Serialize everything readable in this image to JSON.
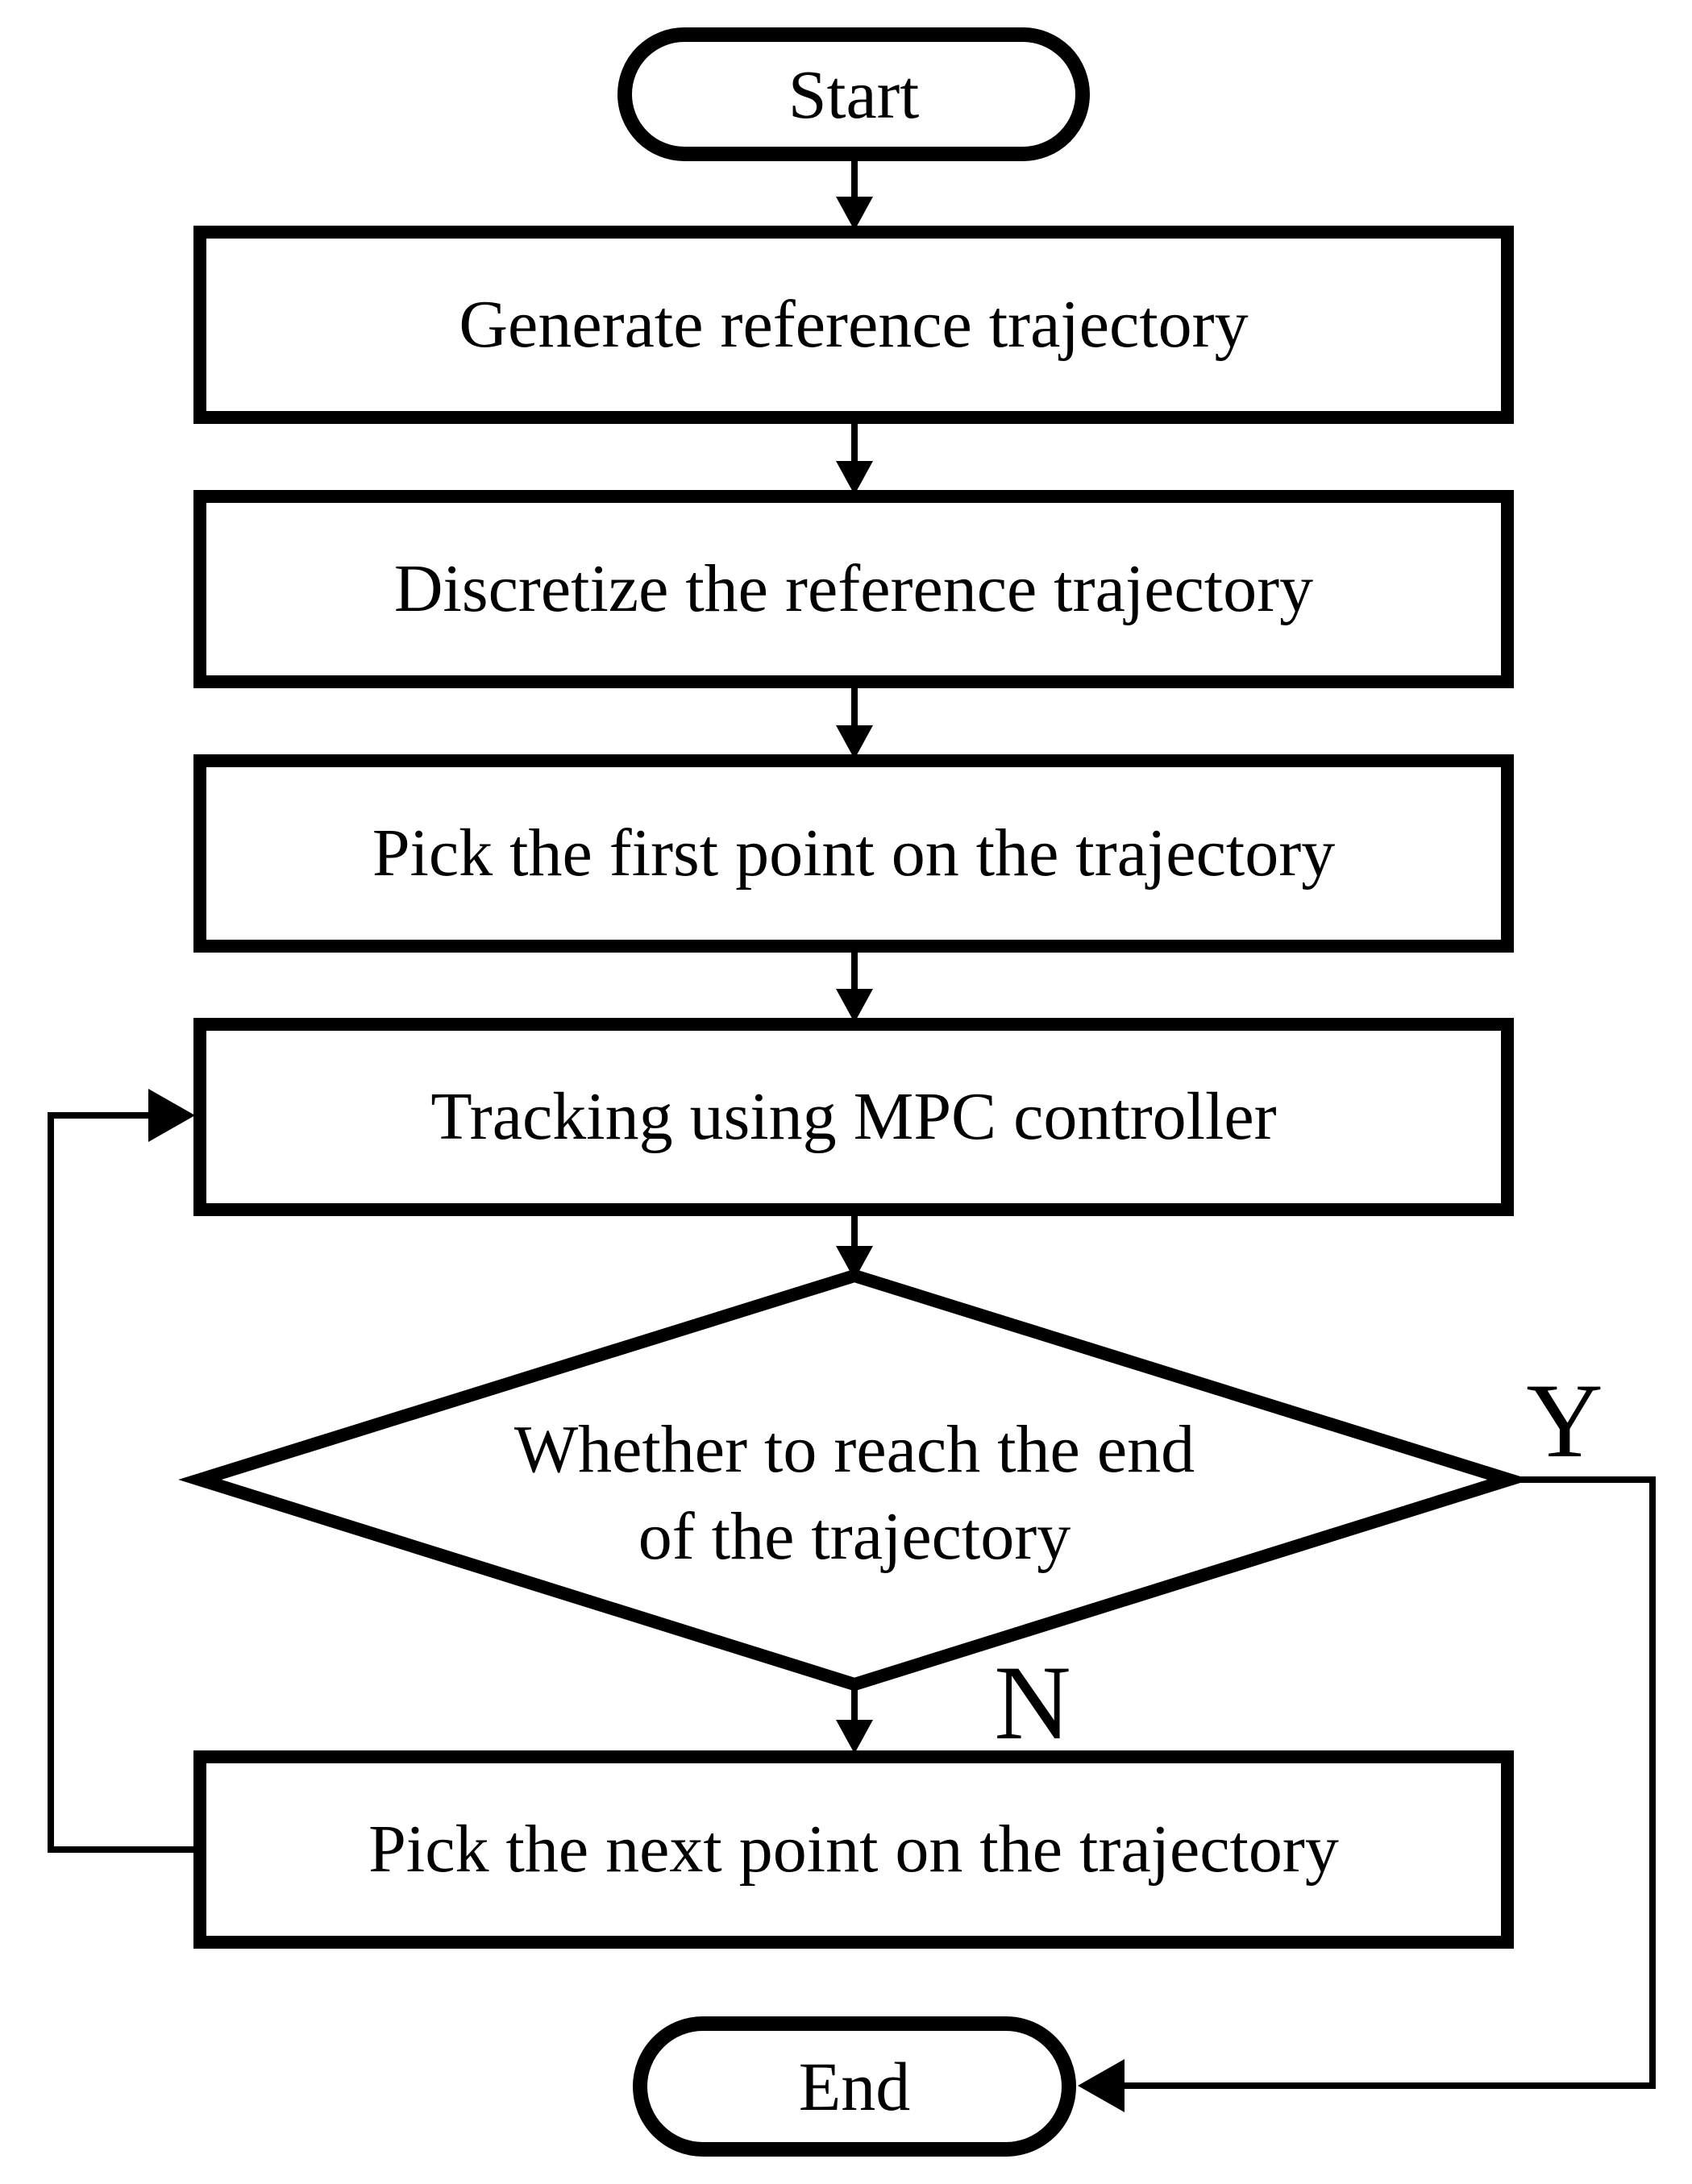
{
  "flowchart": {
    "nodes": {
      "start": {
        "type": "terminator",
        "label": "Start"
      },
      "generate": {
        "type": "process",
        "label": "Generate reference trajectory"
      },
      "discretize": {
        "type": "process",
        "label": "Discretize the reference trajectory"
      },
      "pick_first": {
        "type": "process",
        "label": "Pick the first point on the trajectory"
      },
      "tracking": {
        "type": "process",
        "label": "Tracking using MPC controller"
      },
      "decision": {
        "type": "decision",
        "label_line1": "Whether to reach the end",
        "label_line2": "of the trajectory"
      },
      "pick_next": {
        "type": "process",
        "label": "Pick the next point on the trajectory"
      },
      "end": {
        "type": "terminator",
        "label": "End"
      }
    },
    "branch_labels": {
      "yes": "Y",
      "no": "N"
    },
    "edges": [
      {
        "from": "start",
        "to": "generate"
      },
      {
        "from": "generate",
        "to": "discretize"
      },
      {
        "from": "discretize",
        "to": "pick_first"
      },
      {
        "from": "pick_first",
        "to": "tracking"
      },
      {
        "from": "tracking",
        "to": "decision"
      },
      {
        "from": "decision",
        "to": "pick_next",
        "label": "N"
      },
      {
        "from": "decision",
        "to": "end",
        "label": "Y"
      },
      {
        "from": "pick_next",
        "to": "tracking"
      }
    ],
    "colors": {
      "stroke": "#000000",
      "fill": "#ffffff"
    }
  }
}
